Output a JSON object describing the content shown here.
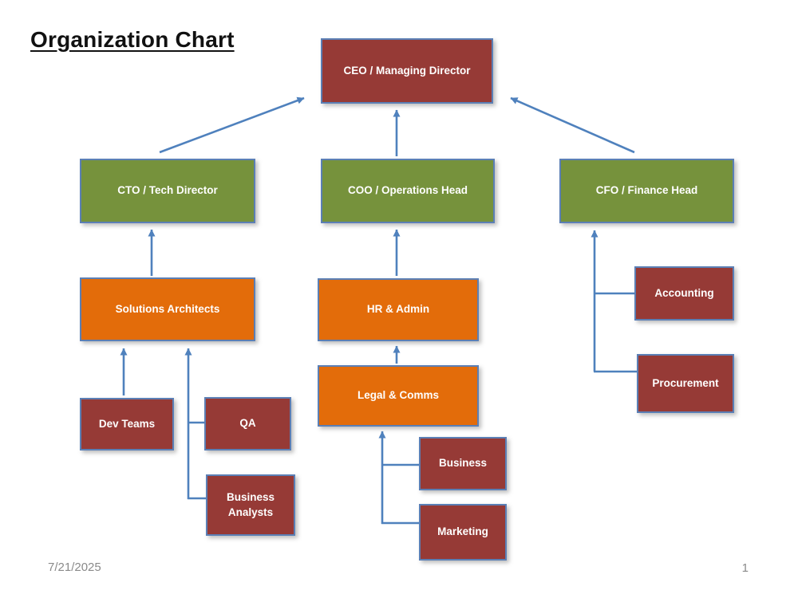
{
  "slide": {
    "title": "Organization Chart",
    "date": "7/21/2025",
    "page_number": "1"
  },
  "colors": {
    "dark_red": "#963a36",
    "green": "#76923c",
    "orange": "#e36c0a",
    "box_border_blue": "#5b7fb5",
    "connector_blue": "#4f81bd",
    "box_text": "#ffffff",
    "title_text": "#111111",
    "footer_text": "#8a8a8a"
  },
  "nodes": [
    {
      "id": "ceo",
      "label": "CEO / Managing Director",
      "color": "dark_red",
      "reports_to": null
    },
    {
      "id": "cto",
      "label": "CTO / Tech Director",
      "color": "green",
      "reports_to": "ceo"
    },
    {
      "id": "coo",
      "label": "COO / Operations Head",
      "color": "green",
      "reports_to": "ceo"
    },
    {
      "id": "cfo",
      "label": "CFO / Finance Head",
      "color": "green",
      "reports_to": "ceo"
    },
    {
      "id": "solutions-architects",
      "label": "Solutions Architects",
      "color": "orange",
      "reports_to": "cto"
    },
    {
      "id": "hr-admin",
      "label": "HR & Admin",
      "color": "orange",
      "reports_to": "coo"
    },
    {
      "id": "legal-comms",
      "label": "Legal & Comms",
      "color": "orange",
      "reports_to": "hr-admin"
    },
    {
      "id": "accounting",
      "label": "Accounting",
      "color": "dark_red",
      "reports_to": "cfo"
    },
    {
      "id": "procurement",
      "label": "Procurement",
      "color": "dark_red",
      "reports_to": "cfo"
    },
    {
      "id": "dev-teams",
      "label": "Dev Teams",
      "color": "dark_red",
      "reports_to": "solutions-architects"
    },
    {
      "id": "qa",
      "label": "QA",
      "color": "dark_red",
      "reports_to": "solutions-architects"
    },
    {
      "id": "business-analysts",
      "label": "Business Analysts",
      "color": "dark_red",
      "reports_to": "solutions-architects"
    },
    {
      "id": "business",
      "label": "Business",
      "color": "dark_red",
      "reports_to": "legal-comms"
    },
    {
      "id": "marketing",
      "label": "Marketing",
      "color": "dark_red",
      "reports_to": "legal-comms"
    }
  ]
}
